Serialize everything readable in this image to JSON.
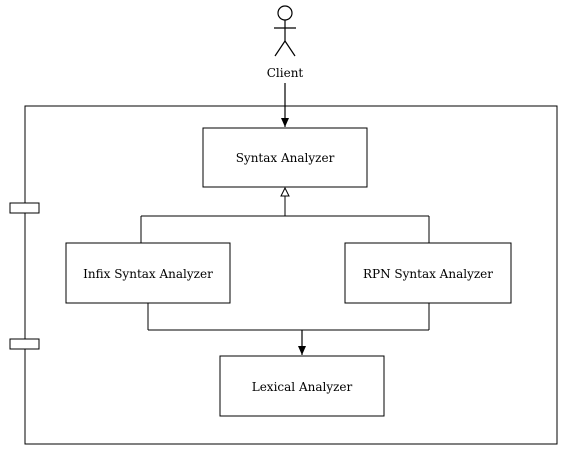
{
  "actor": {
    "label": "Client"
  },
  "nodes": {
    "syntax_analyzer": "Syntax Analyzer",
    "infix_syntax_analyzer": "Infix Syntax Analyzer",
    "rpn_syntax_analyzer": "RPN Syntax Analyzer",
    "lexical_analyzer": "Lexical Analyzer"
  },
  "colors": {
    "stroke": "#000000",
    "background": "#ffffff"
  }
}
